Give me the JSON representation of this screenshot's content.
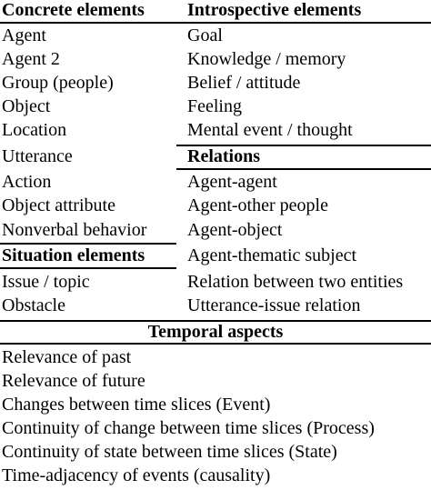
{
  "table": {
    "headers": {
      "concrete": "Concrete elements",
      "introspective": "Introspective elements",
      "relations": "Relations",
      "situation": "Situation elements",
      "temporal": "Temporal aspects"
    },
    "concrete_items": [
      "Agent",
      "Agent 2",
      "Group (people)",
      "Object",
      "Location",
      "Utterance",
      "Action",
      "Object attribute",
      "Nonverbal behavior"
    ],
    "situation_items": [
      "Issue / topic",
      "Obstacle"
    ],
    "introspective_items": [
      "Goal",
      "Knowledge / memory",
      "Belief / attitude",
      "Feeling",
      "Mental event / thought"
    ],
    "relation_items": [
      "Agent-agent",
      "Agent-other people",
      "Agent-object",
      "Agent-thematic subject",
      "Relation between two entities",
      "Utterance-issue relation"
    ],
    "temporal_items": [
      "Relevance of past",
      "Relevance of future",
      "Changes between time slices (Event)",
      "Continuity of change between time slices (Process)",
      "Continuity of state between time slices (State)",
      "Time-adjacency of events (causality)"
    ]
  }
}
